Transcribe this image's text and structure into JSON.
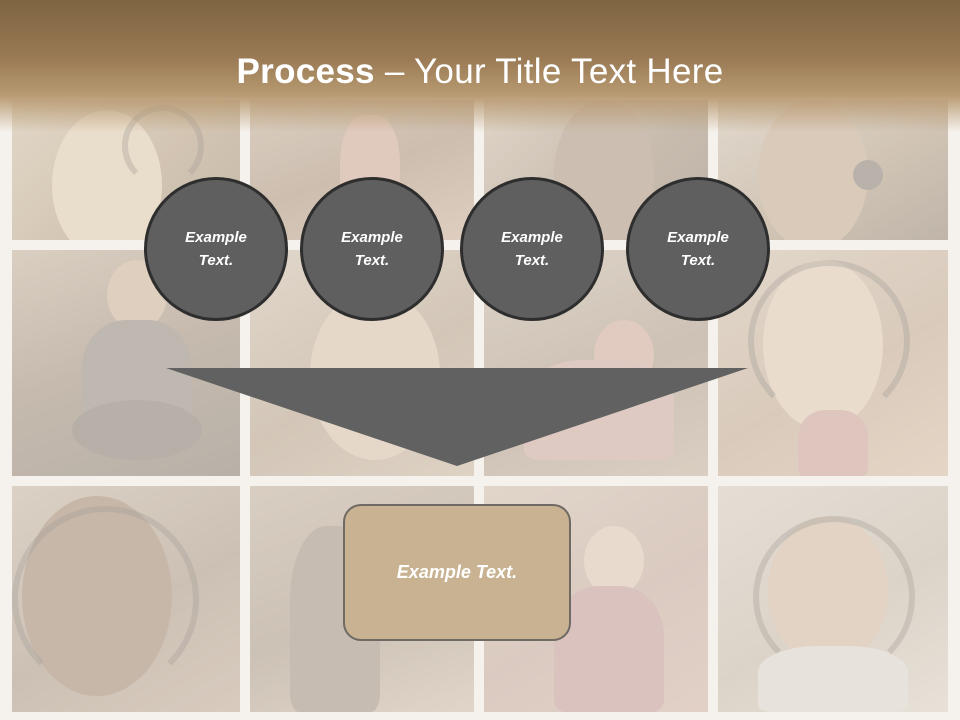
{
  "slide": {
    "title_bold": "Process",
    "title_rest": " – Your Title Text Here",
    "circles": [
      {
        "label": "Example\nText."
      },
      {
        "label": "Example\nText."
      },
      {
        "label": "Example\nText."
      },
      {
        "label": "Example\nText."
      }
    ],
    "result_label": "Example Text."
  },
  "colors": {
    "title_band": "#9a7b55",
    "circle_fill": "#5f5f5f",
    "circle_border": "#2e2e2e",
    "funnel_fill": "#616161",
    "result_fill": "#c8b291",
    "result_border": "#6f6a63",
    "text": "#ffffff"
  }
}
